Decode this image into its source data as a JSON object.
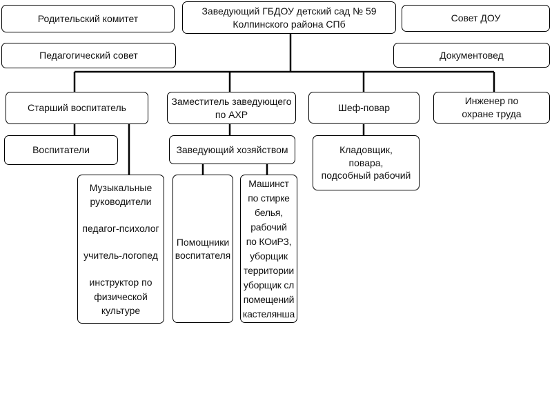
{
  "head": {
    "line1": "Заведующий ГБДОУ детский сад № 59",
    "line2": "Колпинского района СПб"
  },
  "left_top": [
    "Родительский комитет",
    "Педагогический совет"
  ],
  "right_top": [
    "Совет ДОУ",
    "Документовед"
  ],
  "level2": {
    "senior": "Старший воспитатель",
    "deputy": [
      "Заместитель заведующего",
      "по АХР"
    ],
    "chef": "Шеф-повар",
    "safety": [
      "Инженер по",
      "охране труда"
    ]
  },
  "level3": {
    "teachers": "Воспитатели",
    "housekeeper": "Заведующий хозяйством",
    "kitchen": [
      "Кладовщик,",
      "повара,",
      "подсобный рабочий"
    ]
  },
  "specialists": [
    "Музыкальные",
    "руководители",
    "педагог-психолог",
    "учитель-логопед",
    "инструктор по",
    "физической",
    "культуре"
  ],
  "assistants": [
    "Помощники",
    "воспитателя"
  ],
  "workers": [
    "Машинст",
    "по стирке",
    "белья,",
    "рабочий",
    "по КОиРЗ,",
    "уборщик",
    "территории",
    "уборщик сл",
    "помещений",
    "кастелянша"
  ]
}
